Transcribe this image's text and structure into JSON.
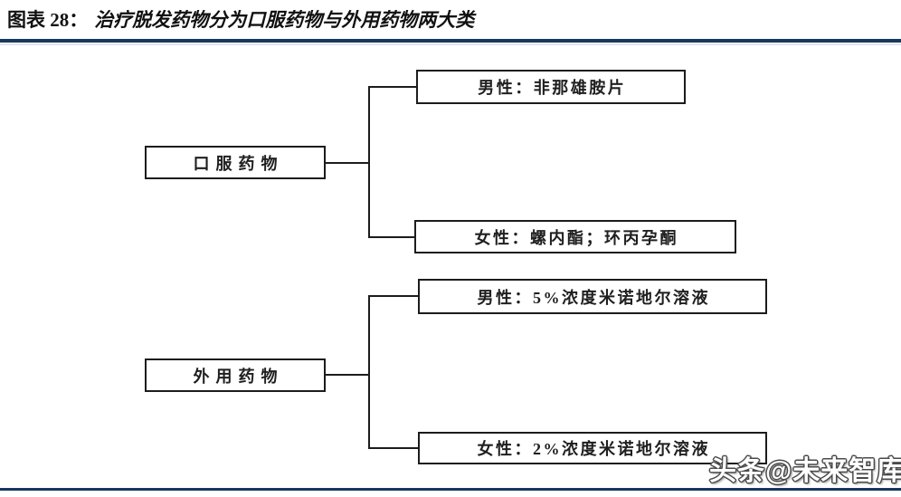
{
  "header": {
    "title_prefix": "图表 28：",
    "title_text": "治疗脱发药物分为口服药物与外用药物两大类"
  },
  "colors": {
    "accent_rule": "#17375E",
    "accent_rule_light": "#9ab3d5",
    "box_border": "#1c1c1c",
    "text": "#1f1f1f"
  },
  "diagram": {
    "type": "tree",
    "groups": [
      {
        "parent": {
          "label": "口服药物"
        },
        "children": [
          {
            "label": "男性：非那雄胺片"
          },
          {
            "label": "女性：螺内酯；环丙孕酮"
          }
        ]
      },
      {
        "parent": {
          "label": "外用药物"
        },
        "children": [
          {
            "label": "男性：5%浓度米诺地尔溶液"
          },
          {
            "label": "女性：2%浓度米诺地尔溶液"
          }
        ]
      }
    ]
  },
  "footer": {
    "watermark": "头条@未来智库"
  }
}
